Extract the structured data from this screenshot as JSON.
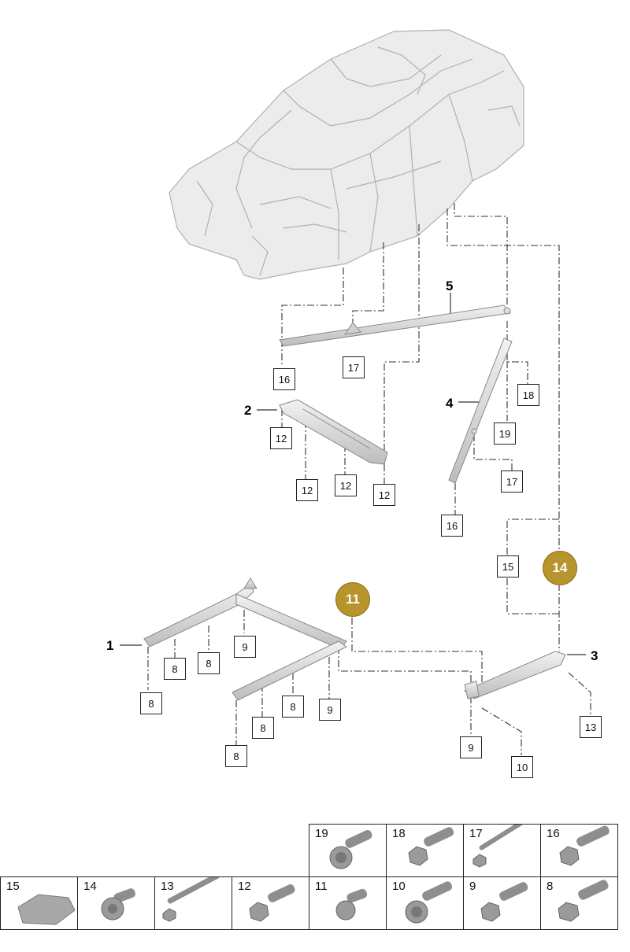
{
  "diagram": {
    "callouts": [
      "1",
      "2",
      "3",
      "4",
      "5"
    ],
    "highlight": [
      "11",
      "14"
    ],
    "boxes": [
      "16",
      "17",
      "18",
      "12",
      "12",
      "12",
      "12",
      "19",
      "17",
      "16",
      "15",
      "8",
      "8",
      "8",
      "9",
      "8",
      "8",
      "8",
      "9",
      "9",
      "10",
      "13"
    ]
  },
  "parts_table": {
    "top_row": [
      "19",
      "18",
      "17",
      "16"
    ],
    "bottom_row": [
      "15",
      "14",
      "13",
      "12",
      "11",
      "10",
      "9",
      "8"
    ]
  },
  "colors": {
    "gold": "#b8952c",
    "line": "#333333",
    "part_gray": "#9a9a9a"
  }
}
